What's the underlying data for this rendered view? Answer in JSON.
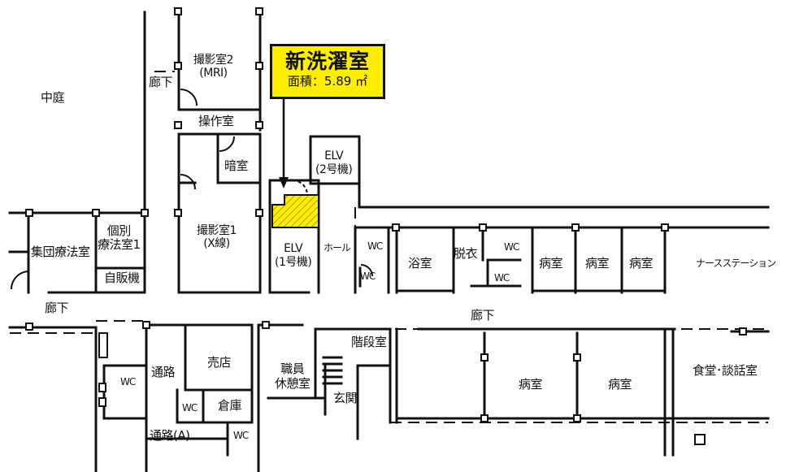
{
  "callout": {
    "title": "新洗濯室",
    "area": "面積：5.89 ㎡",
    "fill_color": "#ffee00",
    "hatch_color": "#c9b400"
  },
  "rooms": {
    "courtyard": "中庭",
    "corridor_top": "廊下",
    "mri_room": "撮影室2\n(MRI)",
    "control_room": "操作室",
    "darkroom": "暗室",
    "xray_room": "撮影室1\n(X線)",
    "elv2": "ELV\n(2号機)",
    "elv1": "ELV\n(1号機)",
    "hall": "ホール",
    "group_therapy": "集団療法室",
    "individual_therapy": "個別\n療法室1",
    "vending": "自販機",
    "corridor_left": "廊下",
    "wc_a": "WC",
    "wc_b": "WC",
    "bath": "浴室",
    "changing": "脱衣",
    "wc_c": "WC",
    "wc_d": "WC",
    "ward_1": "病室",
    "ward_2": "病室",
    "ward_3": "病室",
    "nurse_station": "ナースステーション",
    "corridor_mid": "廊下",
    "stairs": "階段室",
    "staff_lounge": "職員\n休憩室",
    "entrance": "玄関",
    "shop": "売店",
    "passage": "通路",
    "wc_e": "WC",
    "storage": "倉庫",
    "wc_f": "WC",
    "wc_g": "WC",
    "passage_a": "通路(A)",
    "ward_4": "病室",
    "ward_5": "病室",
    "dining": "食堂･談話室"
  }
}
